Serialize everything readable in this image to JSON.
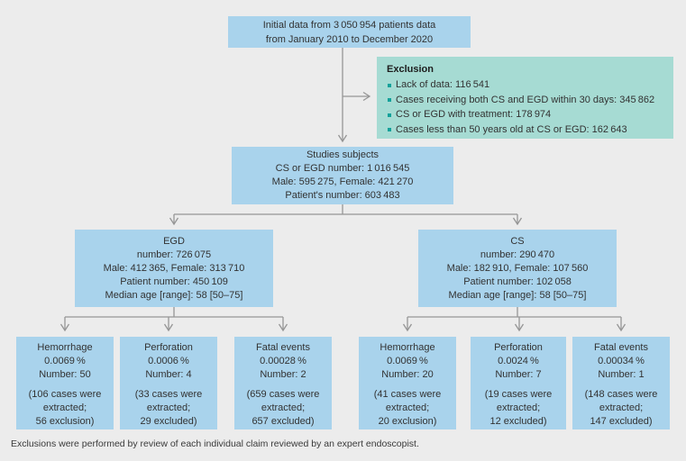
{
  "colors": {
    "background": "#ececec",
    "box_blue": "#a9d3ec",
    "box_teal": "#a6dbd3",
    "bullet_teal": "#12a19a",
    "connector_gray": "#969696",
    "text": "#323232"
  },
  "top_box": {
    "lines": [
      "Initial data from 3 050 954 patients data",
      "from January 2010 to December 2020"
    ]
  },
  "exclusion": {
    "title": "Exclusion",
    "items": [
      "Lack of data: 116 541",
      "Cases receiving both CS and EGD within 30 days: 345 862",
      "CS or EGD with treatment: 178 974",
      "Cases less than 50 years old at CS or EGD: 162 643"
    ]
  },
  "studies": {
    "lines": [
      "Studies subjects",
      "CS or EGD number: 1 016 545",
      "Male: 595 275, Female: 421 270",
      "Patient's number: 603 483"
    ]
  },
  "egd": {
    "lines": [
      "EGD",
      "number: 726 075",
      "Male: 412 365, Female: 313 710",
      "Patient number: 450 109",
      "Median age [range]: 58 [50–75]"
    ]
  },
  "cs": {
    "lines": [
      "CS",
      "number: 290 470",
      "Male: 182 910, Female: 107 560",
      "Patient number: 102 058",
      "Median age [range]: 58 [50–75]"
    ]
  },
  "outcomes": [
    {
      "title": "Hemorrhage",
      "rate": "0.0069 %",
      "number": "Number: 50",
      "note_lines": [
        "(106 cases were",
        "extracted;",
        "56 exclusion)"
      ]
    },
    {
      "title": "Perforation",
      "rate": "0.0006 %",
      "number": "Number: 4",
      "note_lines": [
        "(33 cases were",
        "extracted;",
        "29 excluded)"
      ]
    },
    {
      "title": "Fatal events",
      "rate": "0.00028 %",
      "number": "Number: 2",
      "note_lines": [
        "(659 cases were",
        "extracted;",
        "657 excluded)"
      ]
    },
    {
      "title": "Hemorrhage",
      "rate": "0.0069 %",
      "number": "Number: 20",
      "note_lines": [
        "(41 cases were",
        "extracted;",
        "20 exclusion)"
      ]
    },
    {
      "title": "Perforation",
      "rate": "0.0024 %",
      "number": "Number: 7",
      "note_lines": [
        "(19 cases were",
        "extracted;",
        "12 excluded)"
      ]
    },
    {
      "title": "Fatal events",
      "rate": "0.00034 %",
      "number": "Number: 1",
      "note_lines": [
        "(148 cases were",
        "extracted;",
        "147 excluded)"
      ]
    }
  ],
  "footer": "Exclusions were performed by review of each individual claim reviewed by an expert endoscopist."
}
